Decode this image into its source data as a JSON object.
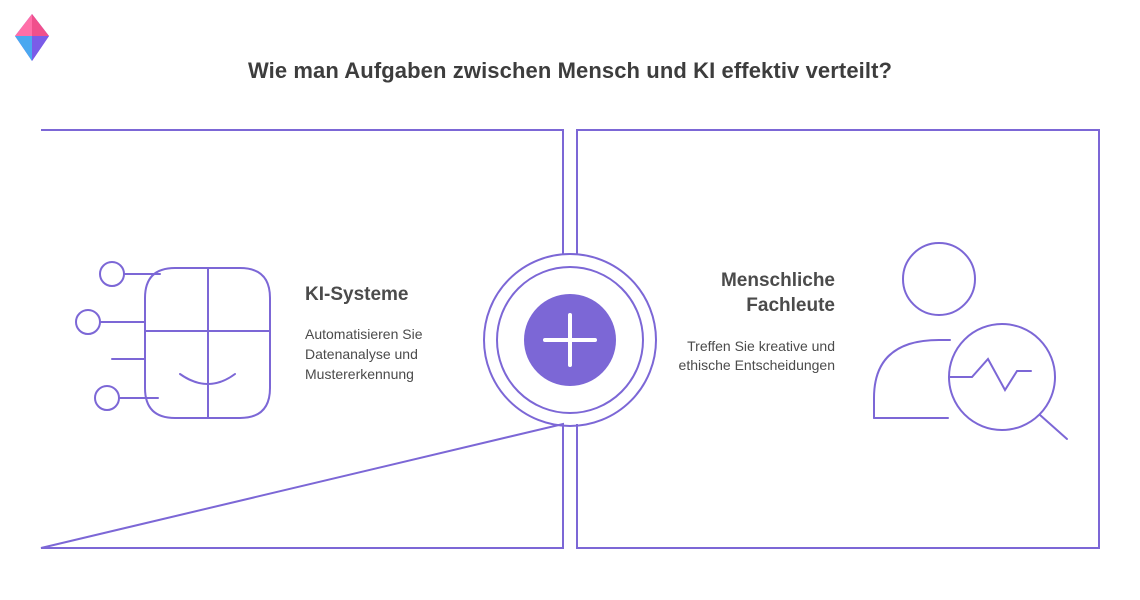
{
  "title": "Wie man Aufgaben zwischen Mensch und KI effektiv verteilt?",
  "colors": {
    "accent": "#7c67d6",
    "text": "#4b4b4b",
    "title": "#3d3d3d",
    "logo_pink": "#f0508c",
    "logo_purple": "#8a5cf0",
    "logo_blue": "#4aa8f0"
  },
  "left": {
    "heading": "KI-Systeme",
    "description": "Automatisieren Sie Datenanalyse und Mustererkennung",
    "icon": "robot-head-circuit-icon"
  },
  "center": {
    "icon": "plus-icon"
  },
  "right": {
    "heading": "Menschliche Fachleute",
    "description": "Treffen Sie kreative und ethische Entscheidungen",
    "icon": "person-analysis-magnifier-icon"
  },
  "logo": {
    "icon": "gem-logo-icon"
  }
}
